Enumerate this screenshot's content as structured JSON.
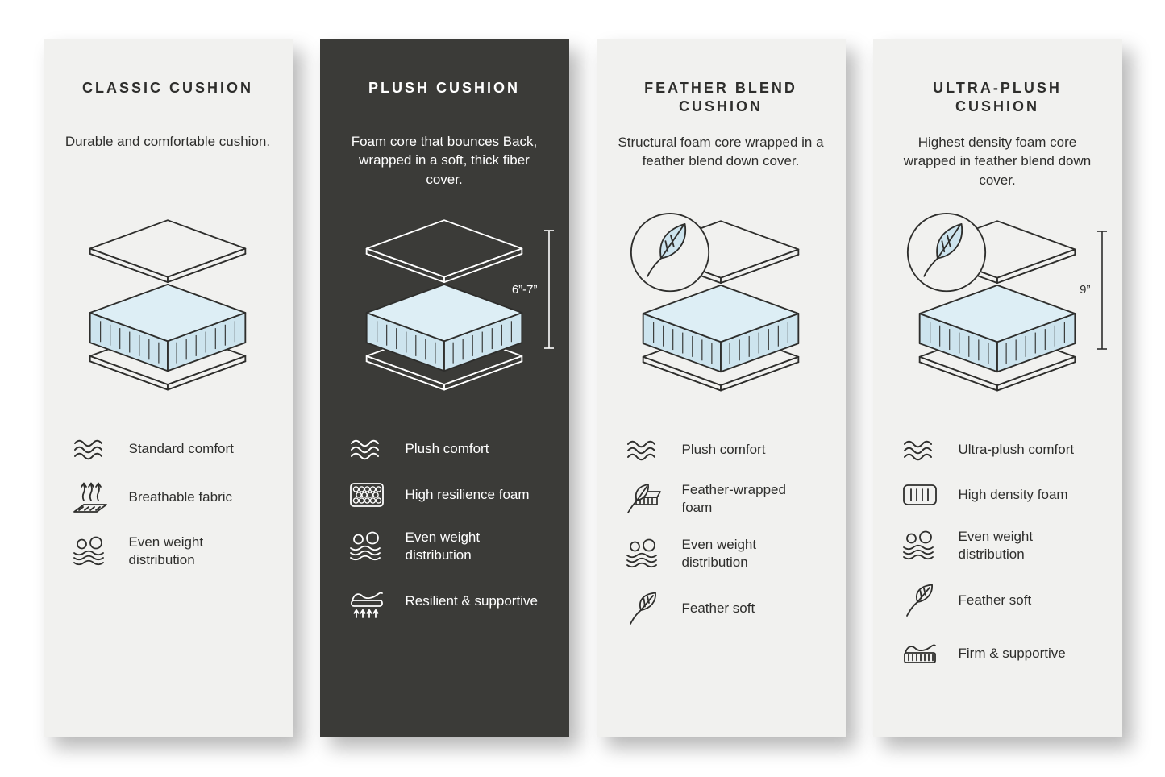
{
  "colors": {
    "page_bg": "#ffffff",
    "panel_light_bg": "#f1f1ef",
    "panel_dark_bg": "#3b3b38",
    "line_dark": "#2e2e2c",
    "text_dark": "#2e2e2c",
    "text_light": "#ffffff",
    "foam_blue": "#cde4ee",
    "foam_blue_light": "#ddeef5"
  },
  "panels": [
    {
      "id": "classic",
      "theme": "light",
      "title": "CLASSIC CUSHION",
      "description": "Durable and comfortable cushion.",
      "diagram": {
        "feather_badge": false,
        "measurement": null
      },
      "features": [
        {
          "icon": "waves-icon",
          "label": "Standard comfort"
        },
        {
          "icon": "breathable-icon",
          "label": "Breathable fabric"
        },
        {
          "icon": "even-weight-icon",
          "label": "Even weight distribution"
        }
      ]
    },
    {
      "id": "plush",
      "theme": "dark",
      "title": "PLUSH CUSHION",
      "description": "Foam core that bounces Back, wrapped in a soft, thick fiber cover.",
      "diagram": {
        "feather_badge": false,
        "measurement": "6”-7”"
      },
      "features": [
        {
          "icon": "waves-icon",
          "label": "Plush comfort"
        },
        {
          "icon": "foam-cells-icon",
          "label": "High resilience foam"
        },
        {
          "icon": "even-weight-icon",
          "label": "Even weight distribution"
        },
        {
          "icon": "resilient-icon",
          "label": "Resilient & supportive"
        }
      ]
    },
    {
      "id": "feather-blend",
      "theme": "light",
      "title": "FEATHER BLEND CUSHION",
      "description": "Structural foam core wrapped in a feather blend down cover.",
      "diagram": {
        "feather_badge": true,
        "measurement": null
      },
      "features": [
        {
          "icon": "waves-icon",
          "label": "Plush comfort"
        },
        {
          "icon": "feather-foam-icon",
          "label": "Feather-wrapped foam"
        },
        {
          "icon": "even-weight-icon",
          "label": "Even weight distribution"
        },
        {
          "icon": "feather-icon",
          "label": "Feather soft"
        }
      ]
    },
    {
      "id": "ultra-plush",
      "theme": "light",
      "title": "ULTRA-PLUSH CUSHION",
      "description": "Highest density foam core wrapped in feather blend down cover.",
      "diagram": {
        "feather_badge": true,
        "measurement": "9”"
      },
      "features": [
        {
          "icon": "waves-icon",
          "label": "Ultra-plush comfort"
        },
        {
          "icon": "density-foam-icon",
          "label": "High density foam"
        },
        {
          "icon": "even-weight-icon",
          "label": "Even weight distribution"
        },
        {
          "icon": "feather-icon",
          "label": "Feather soft"
        },
        {
          "icon": "firm-icon",
          "label": "Firm & supportive"
        }
      ]
    }
  ]
}
